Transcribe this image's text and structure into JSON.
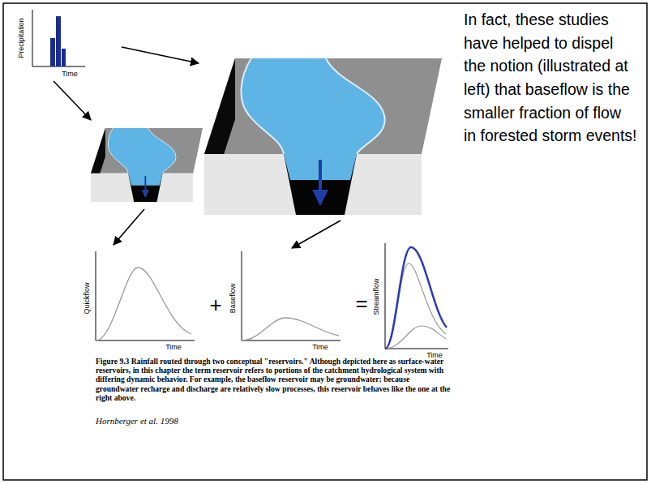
{
  "diagram": {
    "caption": "Figure 9.3 Rainfall routed through two conceptual \"reservoirs.\" Although depicted here as surface-water reservoirs, in this chapter the term reservoir refers to portions of the catchment hydrological system with differing dynamic behavior. For example, the baseflow reservoir may be groundwater; because groundwater recharge and discharge are relatively slow processes, this reservoir behaves like the one at the right above.",
    "labels": [
      "Precipitation",
      "Time",
      "Quickflow",
      "Time",
      "+",
      "Baseflow",
      "Time",
      "=",
      "Streamflow",
      "Time",
      "In fact, these studies have helped to dispel the notion (illustrated at left) that baseflow is the smaller fraction of flow in forested storm events!",
      "Hornberger et al. 1998"
    ]
  }
}
